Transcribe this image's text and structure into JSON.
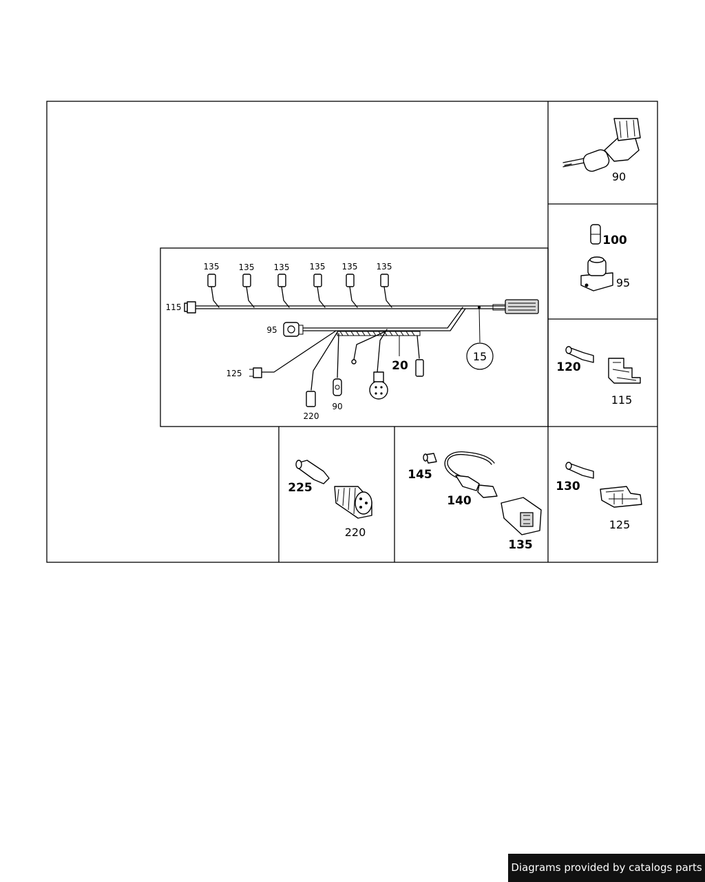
{
  "harness_labels": {
    "c1": "135",
    "c2": "135",
    "c3": "135",
    "c4": "135",
    "c5": "135",
    "c6": "135",
    "end_left": "115",
    "sensor": "95",
    "branch_left": "125",
    "plug_bottom": "220",
    "eyelet": "90",
    "sleeve": "20",
    "callout": "15"
  },
  "detail_labels": {
    "d90": "90",
    "d100": "100",
    "d95": "95",
    "d120": "120",
    "d115": "115",
    "d225": "225",
    "d220": "220",
    "d145": "145",
    "d140": "140",
    "d135": "135",
    "d130": "130",
    "d125": "125"
  },
  "credit": "Diagrams provided by catalogs parts"
}
